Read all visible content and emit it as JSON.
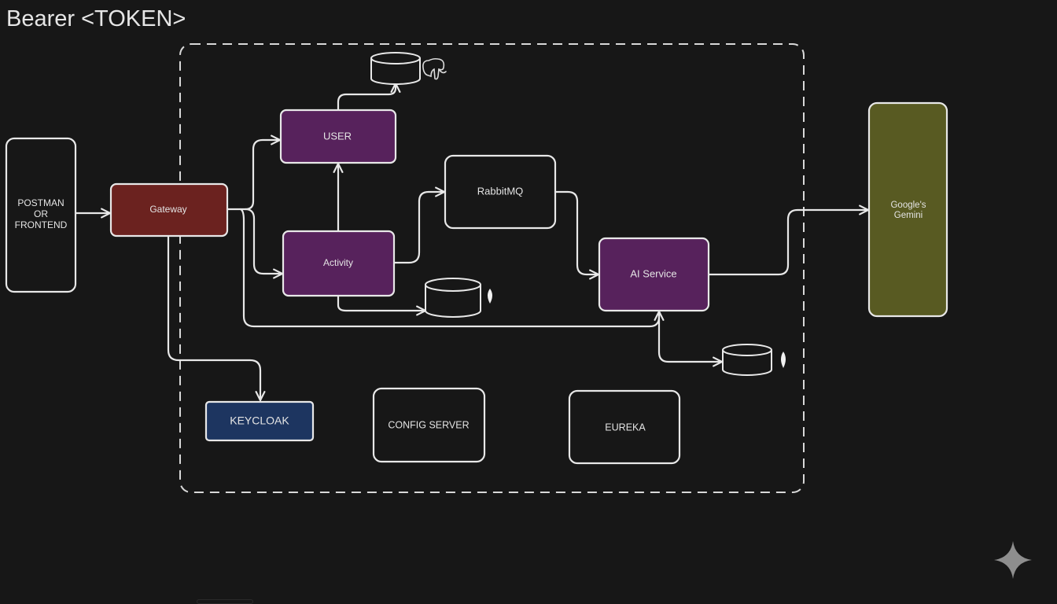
{
  "header": {
    "title": "Bearer <TOKEN>"
  },
  "diagram": {
    "container_label": "",
    "nodes": {
      "client": {
        "lines": [
          "POSTMAN",
          "OR",
          "FRONTEND"
        ],
        "fill": "#171717"
      },
      "gateway": {
        "label": "Gateway",
        "fill": "#6b221f"
      },
      "user": {
        "label": "USER",
        "fill": "#57225c"
      },
      "activity": {
        "label": "Activity",
        "fill": "#57225c"
      },
      "rabbitmq": {
        "label": "RabbitMQ",
        "fill": "#171717"
      },
      "ai_service": {
        "label": "AI Service",
        "fill": "#57225c"
      },
      "gemini": {
        "lines": [
          "Google's",
          "Gemini"
        ],
        "fill": "#585a22"
      },
      "keycloak": {
        "label": "KEYCLOAK",
        "fill": "#1d3560"
      },
      "config_server": {
        "label": "CONFIG SERVER",
        "fill": "#171717"
      },
      "eureka": {
        "label": "EUREKA",
        "fill": "#171717"
      }
    },
    "databases": [
      {
        "name": "user-db",
        "icon": "postgresql-elephant-icon"
      },
      {
        "name": "activity-db",
        "icon": "mongodb-leaf-icon"
      },
      {
        "name": "ai-db",
        "icon": "mongodb-leaf-icon"
      }
    ],
    "edges": [
      {
        "from": "client",
        "to": "gateway"
      },
      {
        "from": "gateway",
        "to": "user"
      },
      {
        "from": "gateway",
        "to": "activity"
      },
      {
        "from": "gateway",
        "to": "ai_service"
      },
      {
        "from": "gateway",
        "to": "keycloak"
      },
      {
        "from": "activity",
        "to": "user"
      },
      {
        "from": "user",
        "to": "user-db"
      },
      {
        "from": "activity",
        "to": "activity-db"
      },
      {
        "from": "activity",
        "to": "rabbitmq"
      },
      {
        "from": "rabbitmq",
        "to": "ai_service"
      },
      {
        "from": "ai_service",
        "to": "ai-db"
      },
      {
        "from": "ai_service",
        "to": "gemini"
      }
    ]
  },
  "watermark": {
    "icon": "sparkle-icon",
    "color": "#8e8e8e"
  }
}
